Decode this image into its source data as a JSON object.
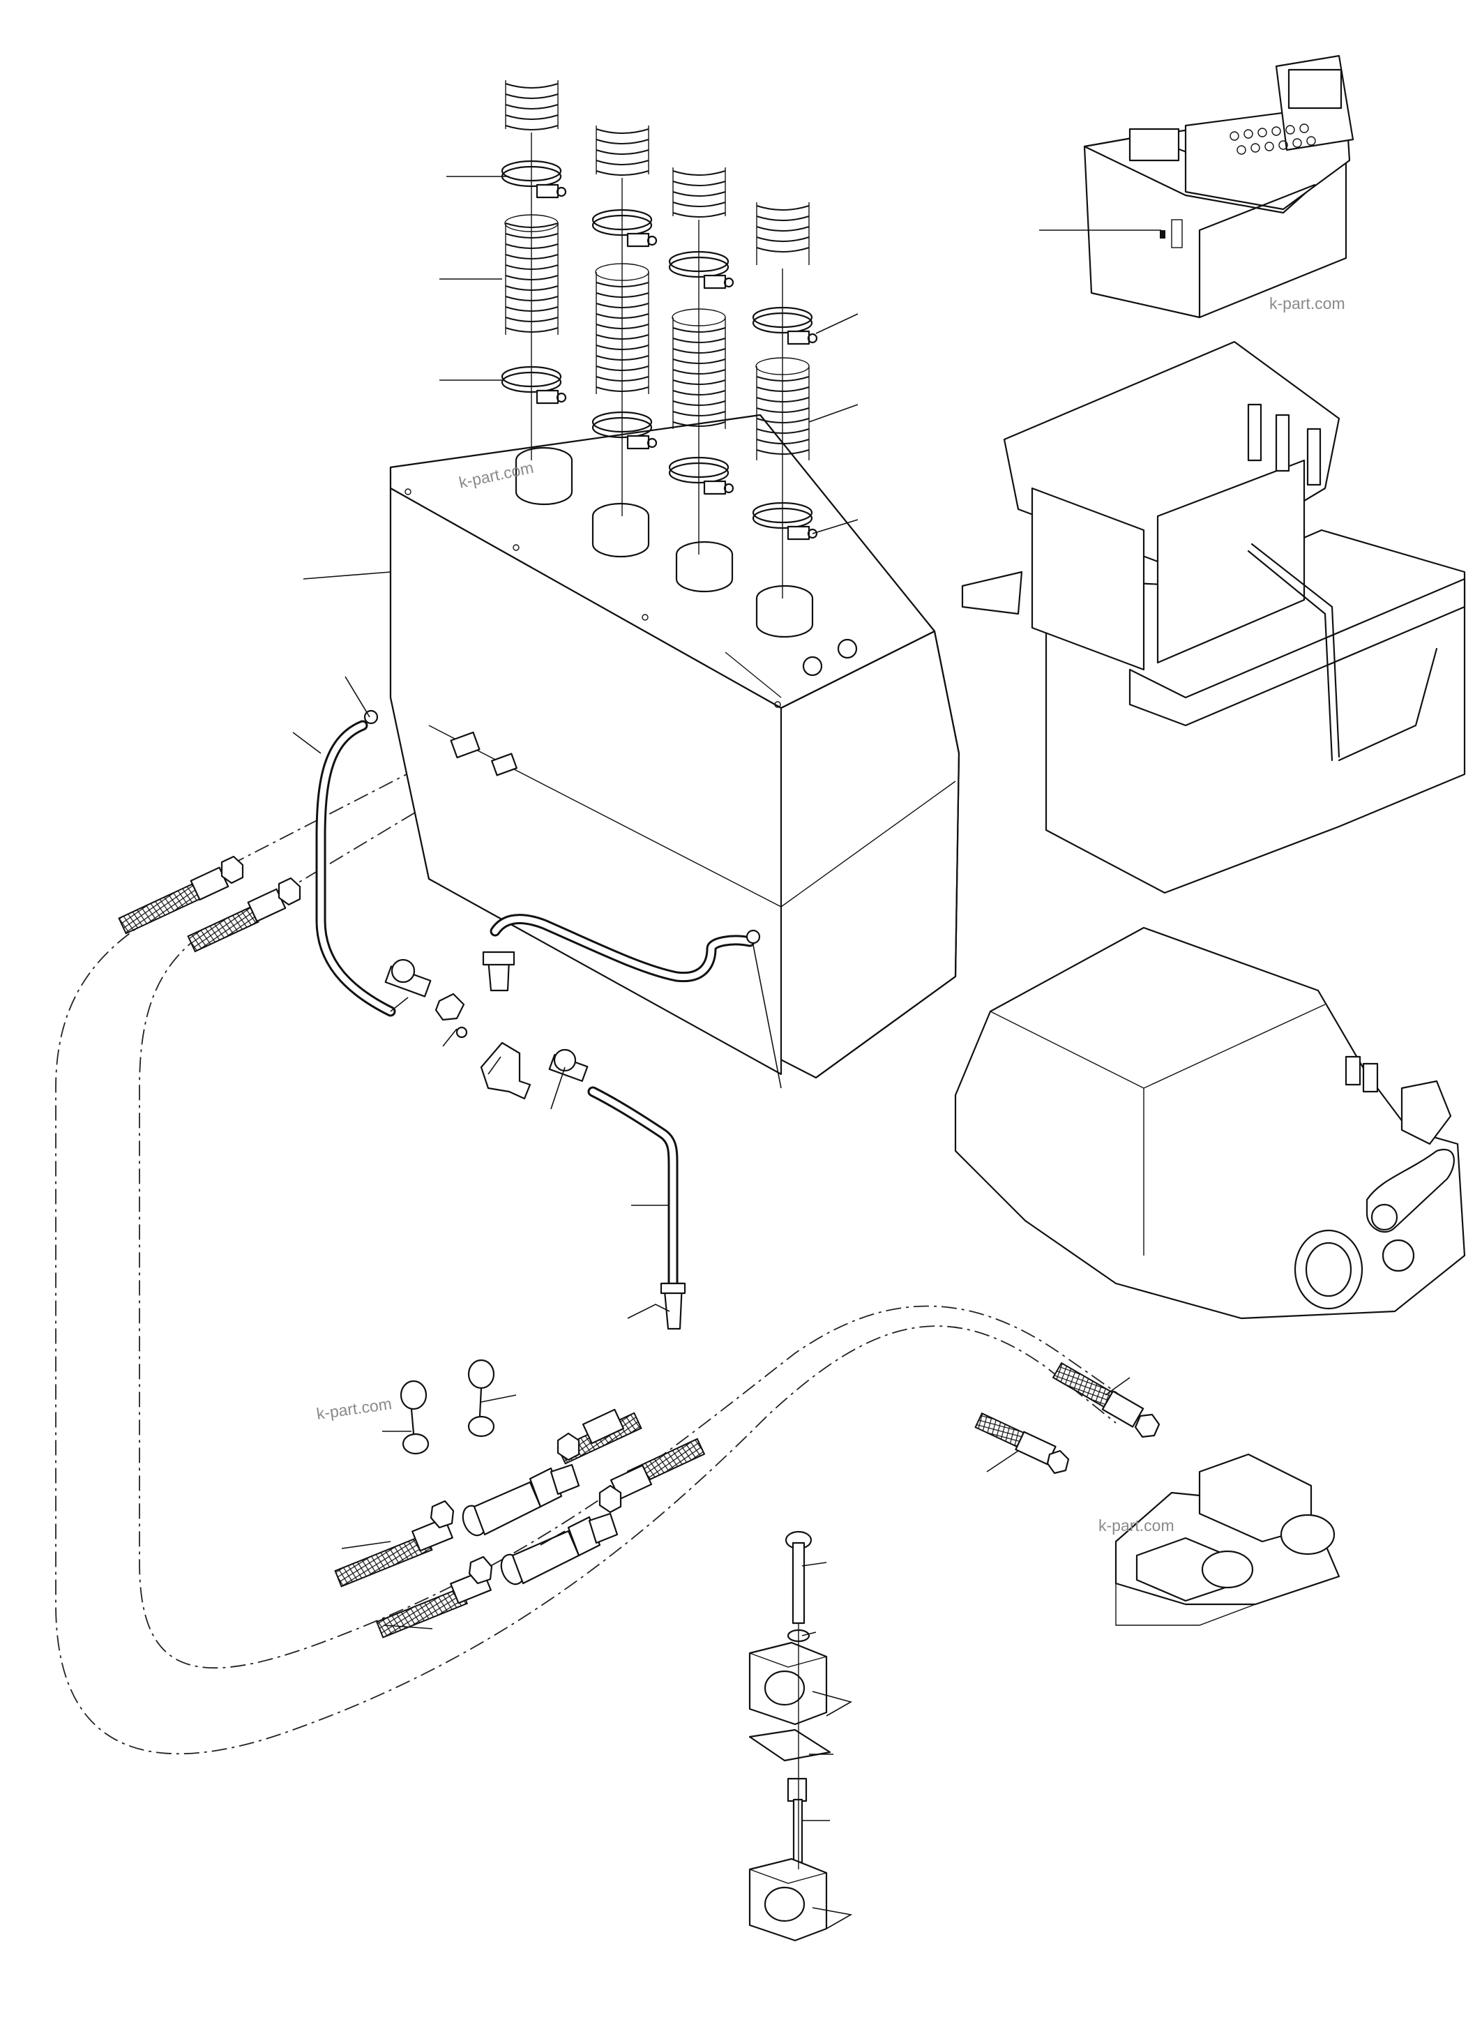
{
  "watermarks": [
    {
      "id": "wm-top-right",
      "text": "k-part.com"
    },
    {
      "id": "wm-tank",
      "text": "k-part.com"
    },
    {
      "id": "wm-left",
      "text": "k-part.com"
    },
    {
      "id": "wm-lower-right",
      "text": "k-part.com"
    }
  ],
  "colors": {
    "line": "#111111",
    "watermark": "#8a8a8a",
    "background": "#ffffff"
  }
}
